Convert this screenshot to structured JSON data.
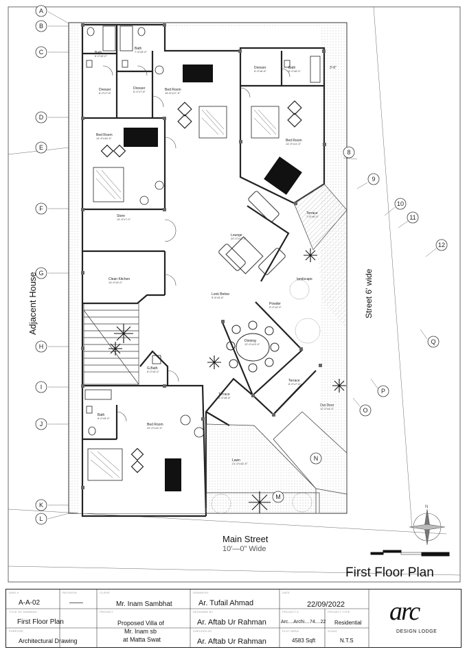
{
  "grid_labels_left": [
    "A",
    "B",
    "C",
    "D",
    "E",
    "F",
    "G",
    "H",
    "I",
    "J",
    "K",
    "L"
  ],
  "grid_labels_right": [
    "8",
    "9",
    "10",
    "11",
    "12",
    "Q",
    "P",
    "O",
    "N",
    "M"
  ],
  "side_labels": {
    "adjacent": "Adjacent House",
    "street_side": "Street 6' wide"
  },
  "main_street": {
    "name": "Main Street",
    "width": "10'—0\" Wide"
  },
  "plan_title": "First Floor Plan",
  "dim_note": "3'-6\"",
  "rooms": [
    {
      "name": "Bath",
      "dim": "6'-0\"x5'-0\""
    },
    {
      "name": "Bath",
      "dim": "7'-6\"x5'-0\""
    },
    {
      "name": "Dresser",
      "dim": "6'-0\"x7'-6\""
    },
    {
      "name": "Dresser",
      "dim": "6'-0\"x7'-6\""
    },
    {
      "name": "Bed Room",
      "dim": "15'-6\"x17'-9\""
    },
    {
      "name": "Dresser",
      "dim": "6'-0\"x6'-6\""
    },
    {
      "name": "Bath",
      "dim": "6'-0\"x6'-0\""
    },
    {
      "name": "Bed Room",
      "dim": "14'-9\"x16'-0\""
    },
    {
      "name": "Bed Room",
      "dim": "14'-9\"x11'-0\""
    },
    {
      "name": "Store",
      "dim": "14'-9\"x7'-0\""
    },
    {
      "name": "Lounge",
      "dim": "20'-0\"x13'-0\""
    },
    {
      "name": "Terrace",
      "dim": "7'-6\"x6'-0\""
    },
    {
      "name": "Clean Kitchen",
      "dim": "14'-9\"x9'-0\""
    },
    {
      "name": "Look Below",
      "dim": "5'-6\"x5'-6\""
    },
    {
      "name": "Powder",
      "dim": "5'-0\"x4'-0\""
    },
    {
      "name": "landscape",
      "dim": ""
    },
    {
      "name": "Dinning",
      "dim": "12'-0\"x13'-0\""
    },
    {
      "name": "G.Bath",
      "dim": "6'-0\"x5'-0\""
    },
    {
      "name": "Terrace",
      "dim": "6'-0\"x8'-6\""
    },
    {
      "name": "Terrace",
      "dim": "8'-0\"x7'-6\""
    },
    {
      "name": "Out Door",
      "dim": "12'-0\"x4'-0\""
    },
    {
      "name": "Bath",
      "dim": "6'-0\"x5'-0\""
    },
    {
      "name": "Bed Room",
      "dim": "22'-0\"x14'-0\""
    },
    {
      "name": "Lawn",
      "dim": "21'-0\"x16'-9\""
    }
  ],
  "title_block": {
    "labels": {
      "dwg": "DWG #",
      "revision": "REVISION",
      "client": "CLIENT",
      "drawn_by": "DRAWN BY",
      "date": "DATE",
      "title": "TITLE OF DRAWING",
      "project": "PROJECT",
      "designed_by": "DESIGNED BY",
      "project_no": "PROJECT #",
      "project_type": "PROJECT TYPE",
      "purpose": "PURPOSE",
      "checked_by": "CHECKED BY",
      "plot_area": "PLOT AREA",
      "scale": "SCALE"
    },
    "dwg_no": "A-A-02",
    "revision": "——",
    "client": "Mr. Inam Sambhat",
    "drawn_by": "Ar. Tufail Ahmad",
    "date": "22/09/2022",
    "drawing_title": "First Floor Plan",
    "project": [
      "Proposed Villa of",
      "Mr. Inam sb",
      "at Matta Swat"
    ],
    "designed_by": "Ar. Aftab Ur Rahman",
    "project_no": "Arc....Archi....74....22",
    "project_type": "Residential",
    "purpose": "Architectural Drawing",
    "checked_by": "Ar. Aftab Ur Rahman",
    "plot_area": "4583 Sqft",
    "scale": "N.T.S",
    "logo_text": "arc",
    "logo_sub": "DESIGN LODGE"
  },
  "colors": {
    "line": "#222222",
    "hatch": "#999999",
    "wall_fill": "#ffffff"
  }
}
